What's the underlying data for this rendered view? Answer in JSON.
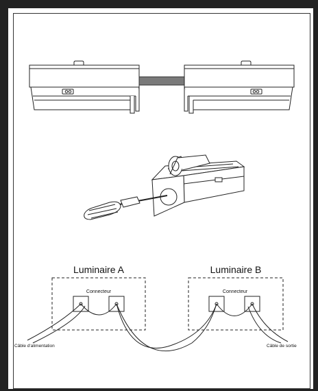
{
  "wiring": {
    "luminaire_a": "Luminaire A",
    "luminaire_b": "Luminaire B",
    "connector_a": "Connecteur",
    "connector_b": "Connecteur",
    "cable_power": "Câble d'alimentation",
    "cable_output": "Câble de sortie"
  }
}
